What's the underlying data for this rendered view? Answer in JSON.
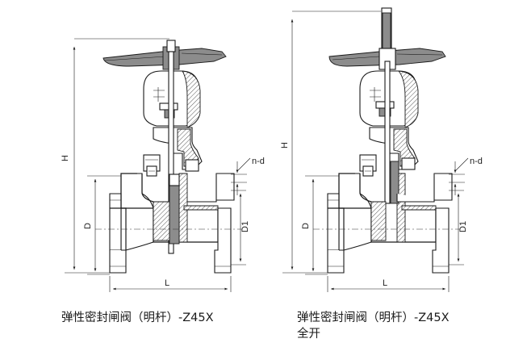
{
  "left_valve": {
    "caption": "弹性密封闸阀（明杆）-Z45X",
    "dim_H": "H",
    "dim_D": "D",
    "dim_D1": "D1",
    "dim_L": "L",
    "dim_nd": "n-d"
  },
  "right_valve": {
    "caption_line1": "弹性密封闸阀（明杆）-Z45X",
    "caption_line2": "全开",
    "dim_H": "H",
    "dim_D": "D",
    "dim_D1": "D1",
    "dim_L": "L",
    "dim_nd": "n-d"
  }
}
